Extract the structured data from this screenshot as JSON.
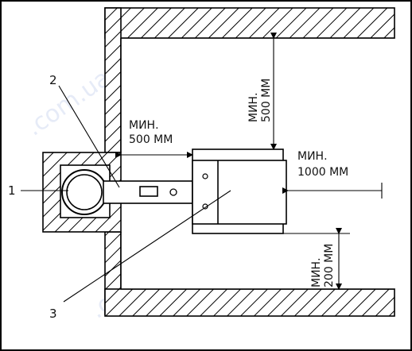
{
  "callouts": {
    "c1": "1",
    "c2": "2",
    "c3": "3"
  },
  "clearances": {
    "side_left": {
      "line1": "МИН.",
      "line2": "500 ММ"
    },
    "top": {
      "line1": "МИН.",
      "line2": "500 ММ"
    },
    "front": {
      "line1": "МИН.",
      "line2": "1000 ММ"
    },
    "bottom": {
      "line1": "МИН.",
      "line2": "200 ММ"
    }
  }
}
